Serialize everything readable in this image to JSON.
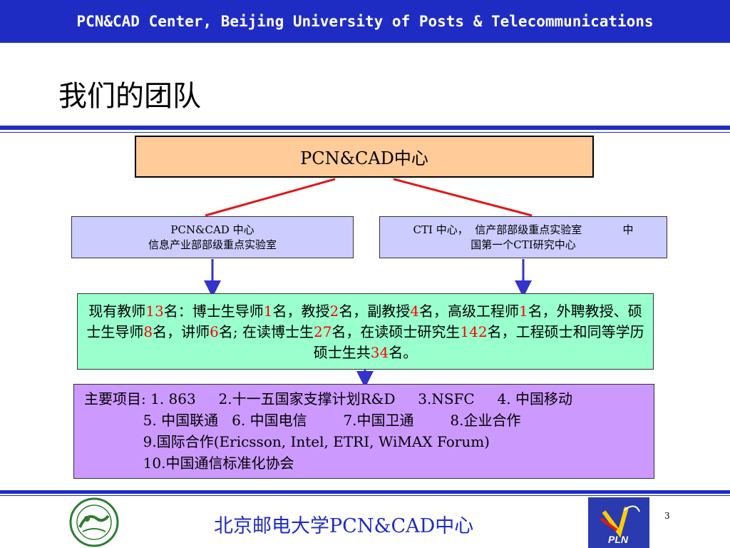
{
  "header": {
    "text": "PCN&CAD Center, Beijing University of Posts & Telecommunications"
  },
  "slide": {
    "title": "我们的团队",
    "top_box": "PCN&CAD中心",
    "left_box": {
      "line1": "PCN&CAD 中心",
      "line2": "信息产业部部级重点实验室"
    },
    "right_box": {
      "line1": "CTI 中心，  信产部部级重点实验室            中",
      "line2": "国第一个CTI研究中心"
    },
    "team": {
      "t1": "现有教师",
      "n1": "13",
      "t2": "名：博士生导师",
      "n2": "1",
      "t3": "名，教授",
      "n3": "2",
      "t4": "名，副教授",
      "n4": "4",
      "t5": "名，高级工程师",
      "n5": "1",
      "t6": "名，外聘教授、硕士生导师",
      "n6": "8",
      "t7": "名，讲师",
      "n7": "6",
      "t8": "名; 在读博士生",
      "n8": "27",
      "t9": "名，在读硕士研究生",
      "n9": "142",
      "t10": "名，工程硕士和同等学历硕士生共",
      "n10": "34",
      "t11": "名。"
    },
    "projects": {
      "line1": "主要项目: 1. 863     2.十一五国家支撑计划R&D     3.NSFC     4. 中国移动",
      "line2": "             5. 中国联通   6. 中国电信        7.中国卫通        8.企业合作",
      "line3": "             9.国际合作(Ericsson, Intel, ETRI, WiMAX Forum)",
      "line4": "             10.中国通信标准化协会"
    }
  },
  "footer": {
    "text": "北京邮电大学PCN&CAD中心",
    "page_number": "3",
    "logo_text": "PLN"
  },
  "colors": {
    "header_bg": "#1f2cc4",
    "top_box": "#ffcc99",
    "mid_box": "#ccccff",
    "team_box": "#99ffcc",
    "project_box": "#cc99ff",
    "red_line": "#e01818",
    "blue_arrow": "#3333cc",
    "highlight": "#ff0000"
  },
  "icons": {
    "seal": "university-seal-icon",
    "logo": "pln-logo-icon"
  }
}
